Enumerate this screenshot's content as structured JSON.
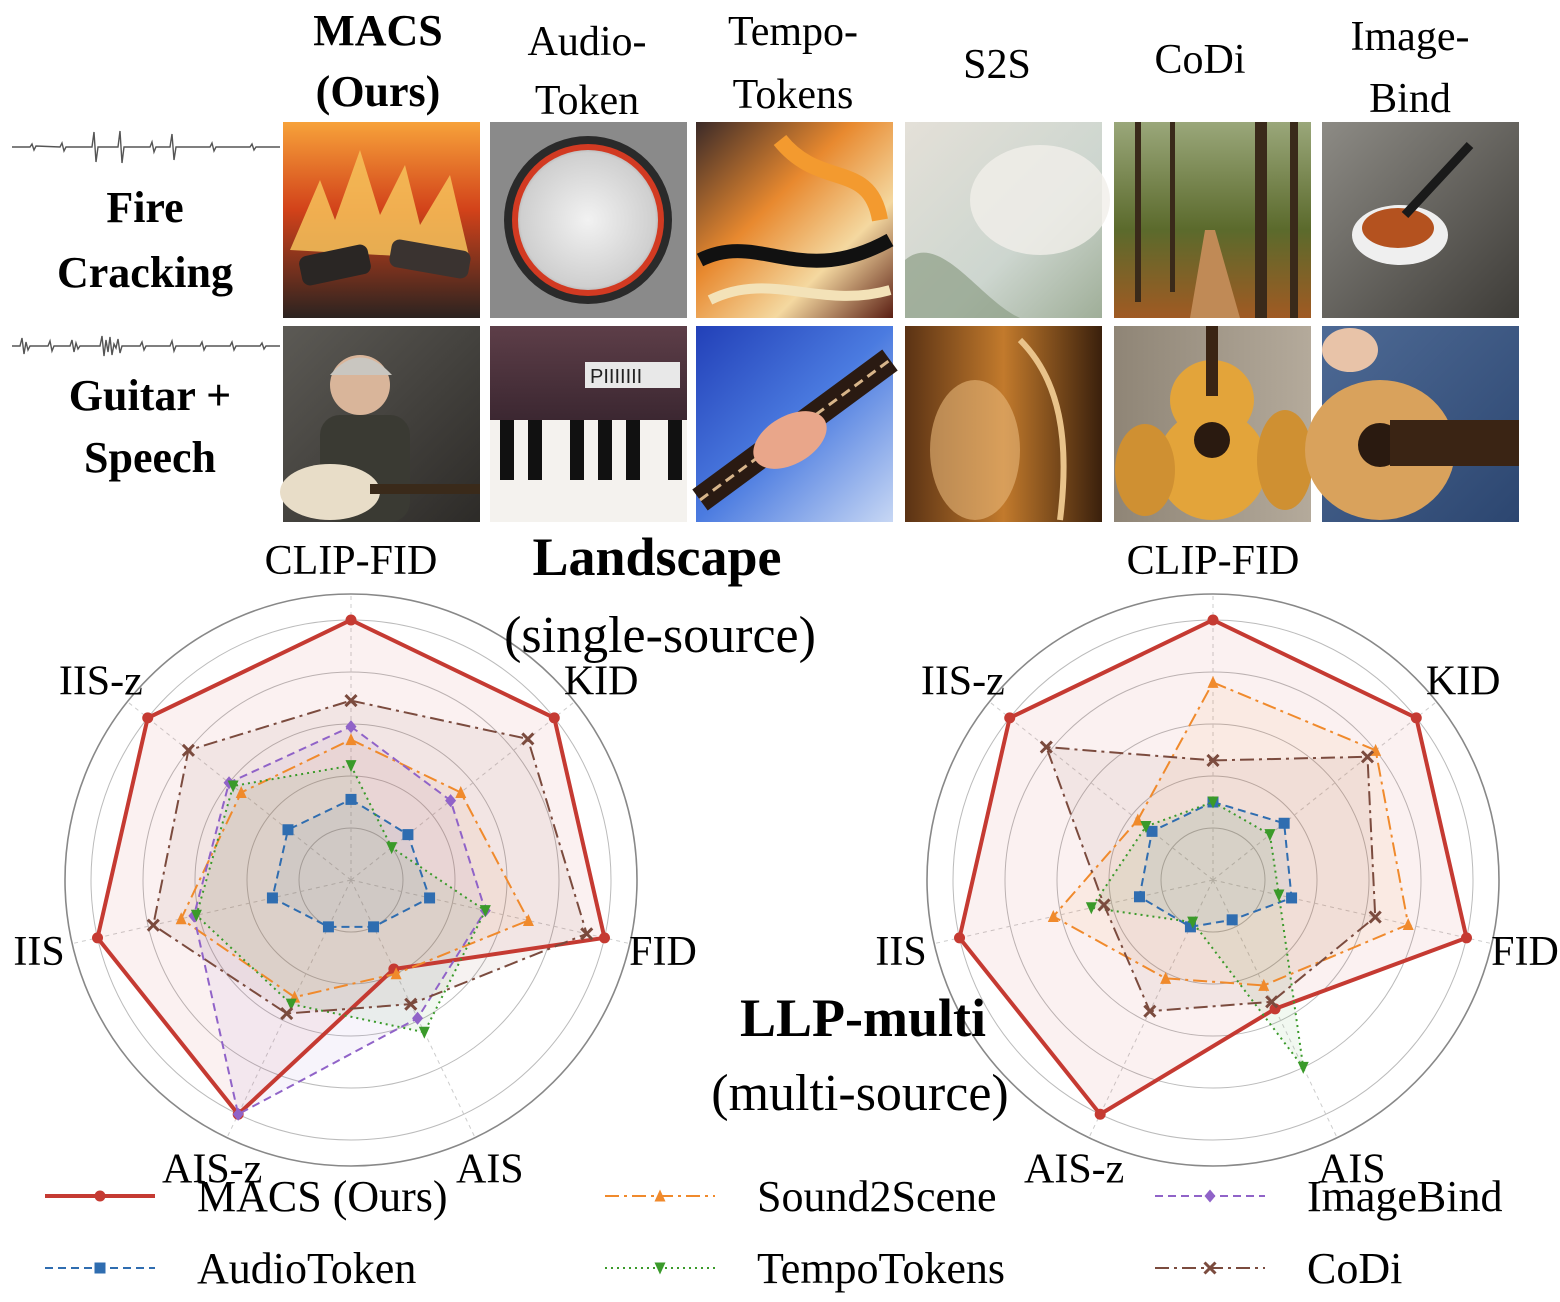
{
  "methods": [
    {
      "line1": "MACS",
      "line2": "(Ours)",
      "bold": true
    },
    {
      "line1": "Audio-",
      "line2": "Token"
    },
    {
      "line1": "Tempo-",
      "line2": "Tokens"
    },
    {
      "line1": "S2S",
      "line2": ""
    },
    {
      "line1": "CoDi",
      "line2": ""
    },
    {
      "line1": "Image-",
      "line2": "Bind"
    }
  ],
  "rows": [
    {
      "line1": "Fire",
      "line2": "Cracking",
      "images": [
        "fire-campfire",
        "white-drum",
        "abstract-fire",
        "blurry-white-texture",
        "forest-path",
        "spice-bowl"
      ]
    },
    {
      "line1": "Guitar +",
      "line2": "Speech",
      "images": [
        "man-with-guitar",
        "synthesizer-keys",
        "guitar-closeup",
        "harp-blur",
        "acoustic-guitars",
        "guitar-strumming"
      ]
    }
  ],
  "chart_data": [
    {
      "type": "radar",
      "caption_main": "Landscape",
      "caption_sub": "(single-source)",
      "axes": [
        "CLIP-FID",
        "KID",
        "FID",
        "AIS",
        "AIS-z",
        "IIS",
        "IIS-z"
      ],
      "rmax": 1.0,
      "grid_levels": [
        0.2,
        0.4,
        0.6,
        0.8,
        1.0,
        1.1
      ],
      "legend": "bottom",
      "series": [
        {
          "name": "MACS (Ours)",
          "color": "#c53a32",
          "values": [
            1.0,
            1.0,
            1.0,
            0.38,
            1.0,
            1.0,
            1.0
          ]
        },
        {
          "name": "Sound2Scene",
          "color": "#f08a2c",
          "values": [
            0.54,
            0.54,
            0.7,
            0.4,
            0.5,
            0.67,
            0.54
          ]
        },
        {
          "name": "ImageBind",
          "color": "#9063c8",
          "values": [
            0.59,
            0.49,
            0.53,
            0.59,
            1.0,
            0.62,
            0.6
          ]
        },
        {
          "name": "AudioToken",
          "color": "#2f6db0",
          "values": [
            0.31,
            0.28,
            0.31,
            0.2,
            0.2,
            0.31,
            0.31
          ]
        },
        {
          "name": "TempoTokens",
          "color": "#3a9a2a",
          "values": [
            0.44,
            0.2,
            0.53,
            0.65,
            0.53,
            0.61,
            0.58
          ]
        },
        {
          "name": "CoDi",
          "color": "#7b4b3e",
          "values": [
            0.69,
            0.87,
            0.93,
            0.53,
            0.57,
            0.78,
            0.8
          ]
        }
      ]
    },
    {
      "type": "radar",
      "caption_main": "LLP-multi",
      "caption_sub": "(multi-source)",
      "axes": [
        "CLIP-FID",
        "KID",
        "FID",
        "AIS",
        "AIS-z",
        "IIS",
        "IIS-z"
      ],
      "rmax": 1.0,
      "grid_levels": [
        0.2,
        0.4,
        0.6,
        0.8,
        1.0,
        1.1
      ],
      "legend": "bottom",
      "series": [
        {
          "name": "MACS (Ours)",
          "color": "#c53a32",
          "values": [
            1.0,
            1.0,
            1.0,
            0.55,
            1.0,
            1.0,
            1.0
          ]
        },
        {
          "name": "Sound2Scene",
          "color": "#f08a2c",
          "values": [
            0.76,
            0.8,
            0.77,
            0.45,
            0.42,
            0.63,
            0.37
          ]
        },
        {
          "name": "AudioToken",
          "color": "#2f6db0",
          "values": [
            0.3,
            0.35,
            0.31,
            0.17,
            0.2,
            0.29,
            0.3
          ]
        },
        {
          "name": "TempoTokens",
          "color": "#3a9a2a",
          "values": [
            0.3,
            0.28,
            0.26,
            0.8,
            0.18,
            0.48,
            0.33
          ]
        },
        {
          "name": "CoDi",
          "color": "#7b4b3e",
          "values": [
            0.46,
            0.76,
            0.64,
            0.52,
            0.56,
            0.43,
            0.82
          ]
        }
      ]
    }
  ],
  "legend_items": [
    {
      "name": "MACS (Ours)",
      "color": "#c53a32",
      "dash": "",
      "marker": "circle",
      "width": 4
    },
    {
      "name": "Sound2Scene",
      "color": "#f08a2c",
      "dash": "14 5 3 5",
      "marker": "triangle-up",
      "width": 2
    },
    {
      "name": "ImageBind",
      "color": "#9063c8",
      "dash": "8 5",
      "marker": "diamond",
      "width": 2
    },
    {
      "name": "AudioToken",
      "color": "#2f6db0",
      "dash": "8 5",
      "marker": "square",
      "width": 2
    },
    {
      "name": "TempoTokens",
      "color": "#3a9a2a",
      "dash": "2 4",
      "marker": "triangle-down",
      "width": 2
    },
    {
      "name": "CoDi",
      "color": "#7b4b3e",
      "dash": "14 5 3 5",
      "marker": "x",
      "width": 2
    }
  ]
}
